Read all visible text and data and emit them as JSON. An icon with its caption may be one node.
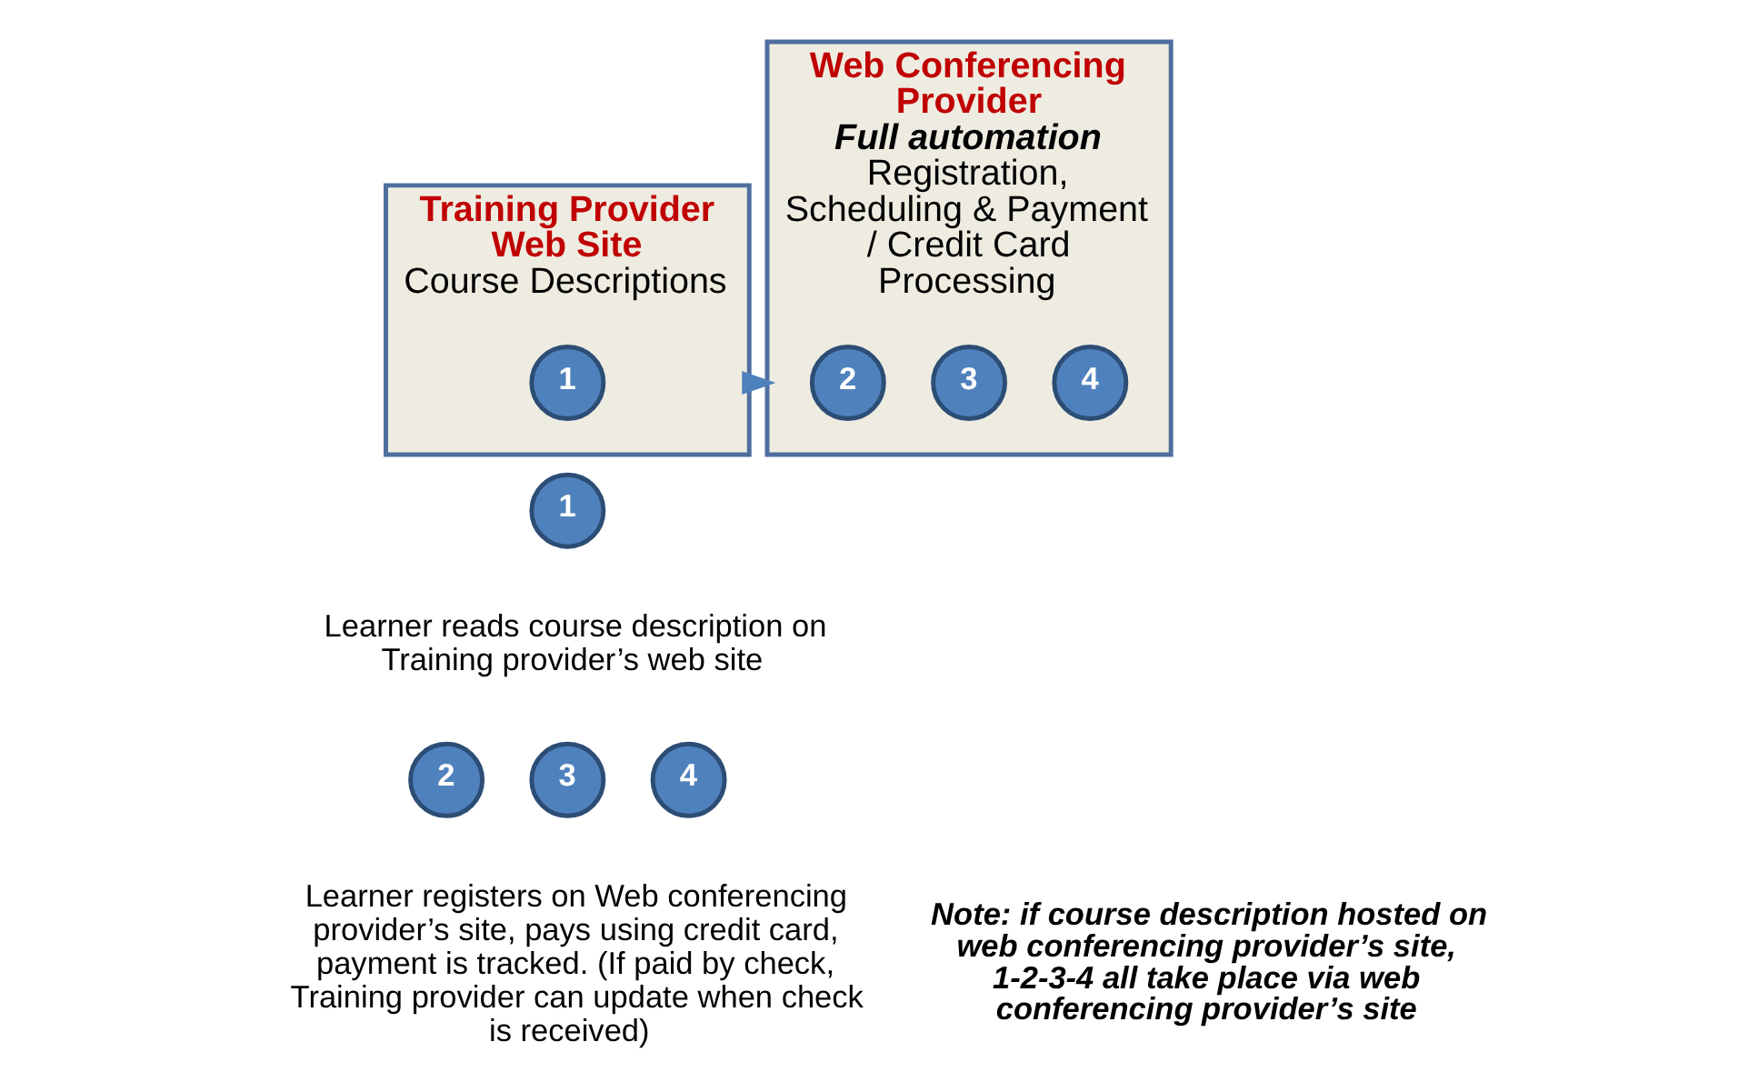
{
  "diagram": {
    "nodes": [
      {
        "text": [
          "Training Provider Web Site",
          "Course Descriptions"
        ]
      },
      {
        "text": [
          "1"
        ],
        "in": 0
      },
      {
        "text": [
          "Web Conferencing Provider",
          "Full automation",
          "Registration, Scheduling & Payment / Credit Card Processing"
        ]
      },
      {
        "text": [
          "2"
        ],
        "in": 2
      },
      {
        "text": [
          "3"
        ],
        "in": 2
      },
      {
        "text": [
          "4"
        ],
        "in": 2
      },
      {
        "text": [
          "1"
        ]
      },
      {
        "text": [
          "2"
        ]
      },
      {
        "text": [
          "3"
        ]
      },
      {
        "text": [
          "4"
        ]
      }
    ],
    "edges": [
      {
        "from": 0,
        "to": 2,
        "arrow": "to"
      }
    ],
    "labels": [
      "Learner reads course description on Training provider’s web site",
      "Learner registers on Web conferencing provider’s site, pays using credit card, payment is tracked. (If paid by check, Training provider can update when check is received)",
      "Note: if course description hosted on web conferencing provider’s site, 1-2-3-4 all take place via web conferencing provider’s site"
    ]
  }
}
